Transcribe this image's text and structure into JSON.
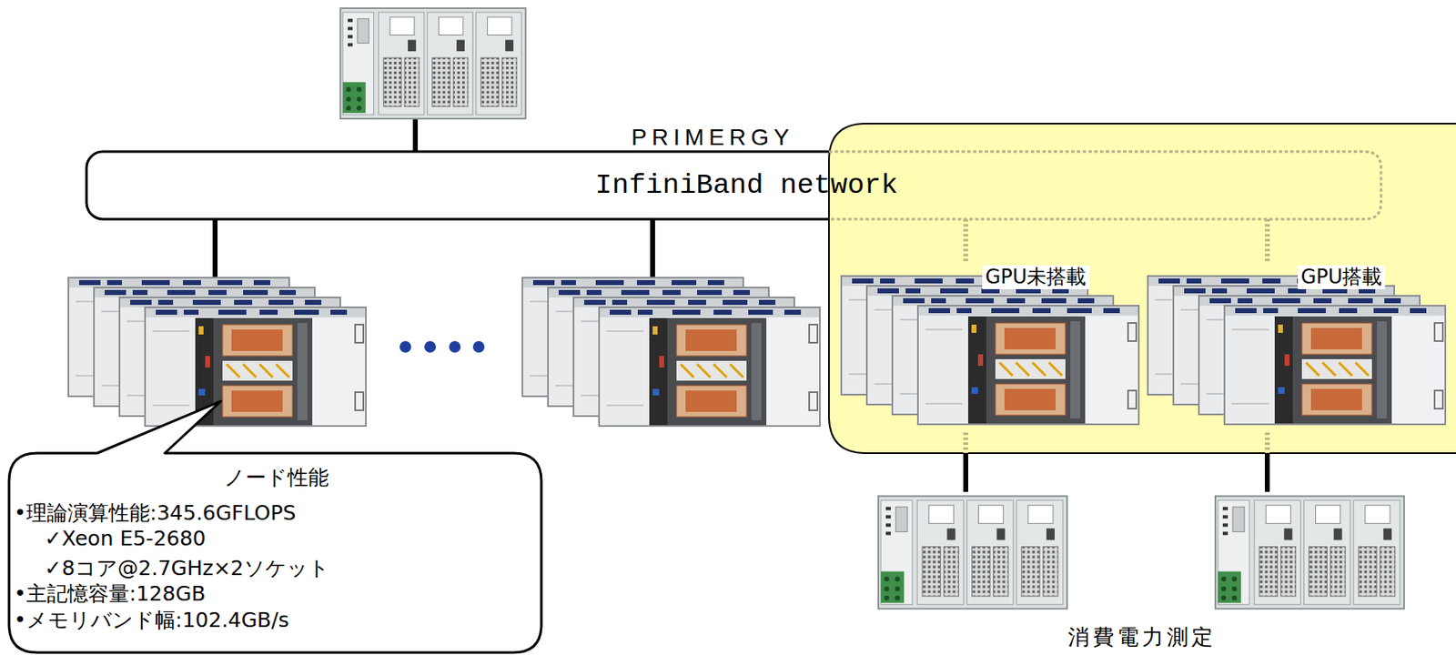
{
  "diagram": {
    "nodes": [
      {
        "text": [
          "InfiniBand network"
        ]
      },
      {
        "text": [
          "GPU未搭載"
        ]
      },
      {
        "text": [
          "GPU搭載"
        ]
      },
      {
        "text": [
          "ノード性能",
          "•理論演算性能:345.6GFLOPS",
          "✓Xeon E5-2680",
          "✓8コア@2.7GHz×2ソケット",
          "•主記憶容量:128GB",
          "•メモリバンド幅:102.4GB/s"
        ]
      }
    ],
    "edges": [
      {
        "from": 0,
        "to": 1,
        "arrow": "none"
      },
      {
        "from": 0,
        "to": 2,
        "arrow": "none"
      }
    ],
    "labels": [
      "PRIMERGY",
      "消費電力測定"
    ]
  }
}
